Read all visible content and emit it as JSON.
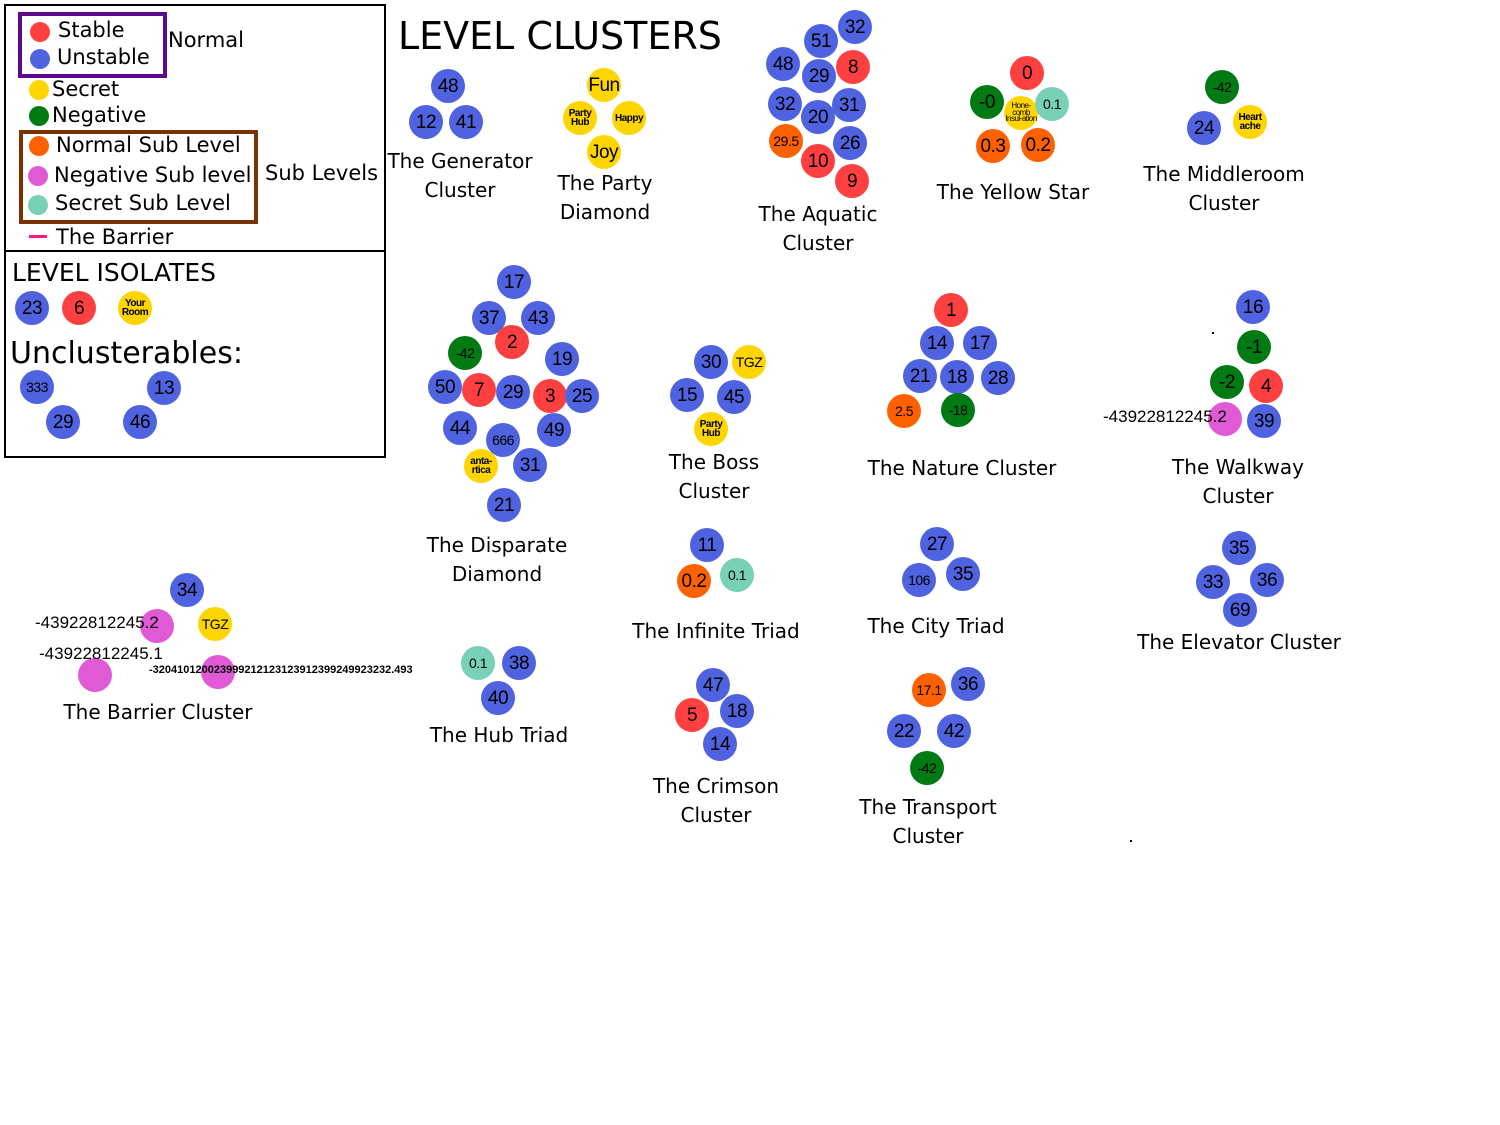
{
  "title": "LEVEL CLUSTERS",
  "legend": {
    "normal_group_label": "Normal",
    "sub_group_label": "Sub Levels",
    "items": [
      {
        "type": "stable",
        "label": "Stable"
      },
      {
        "type": "unstable",
        "label": "Unstable"
      },
      {
        "type": "secret",
        "label": "Secret"
      },
      {
        "type": "negative",
        "label": "Negative"
      },
      {
        "type": "normal-sub",
        "label": "Normal Sub Level"
      },
      {
        "type": "negative-sub",
        "label": "Negative Sub level"
      },
      {
        "type": "secret-sub",
        "label": "Secret Sub Level"
      }
    ],
    "barrier_label": "The Barrier",
    "colors": {
      "stable": "#ff4040",
      "unstable": "#4f63e0",
      "secret": "#ffd500",
      "negative": "#007a12",
      "normal-sub": "#ff6000",
      "negative-sub": "#e05ad6",
      "secret-sub": "#78d0b8",
      "barrier": "#ff1a80",
      "normal_group_border": "#5a0a8a",
      "sub_group_border": "#7a3300"
    }
  },
  "isolates": {
    "title": "LEVEL ISOLATES",
    "nodes": [
      {
        "label": "23",
        "type": "unstable"
      },
      {
        "label": "6",
        "type": "stable"
      },
      {
        "label": "Your Room",
        "type": "secret"
      }
    ]
  },
  "unclusterables": {
    "title": "Unclusterables:",
    "nodes": [
      {
        "label": "333",
        "type": "unstable"
      },
      {
        "label": "13",
        "type": "unstable"
      },
      {
        "label": "29",
        "type": "unstable"
      },
      {
        "label": "46",
        "type": "unstable"
      }
    ]
  },
  "clusters": [
    {
      "id": "generator",
      "name": "The Generator Cluster",
      "nodes": [
        {
          "label": "48",
          "type": "unstable"
        },
        {
          "label": "12",
          "type": "unstable"
        },
        {
          "label": "41",
          "type": "unstable"
        }
      ]
    },
    {
      "id": "party",
      "name": "The Party Diamond",
      "nodes": [
        {
          "label": "Fun",
          "type": "secret"
        },
        {
          "label": "Party Hub",
          "type": "secret"
        },
        {
          "label": "Happy",
          "type": "secret"
        },
        {
          "label": "Joy",
          "type": "secret"
        }
      ]
    },
    {
      "id": "aquatic",
      "name": "The Aquatic Cluster",
      "nodes": [
        {
          "label": "32",
          "type": "unstable"
        },
        {
          "label": "51",
          "type": "unstable"
        },
        {
          "label": "48",
          "type": "unstable"
        },
        {
          "label": "8",
          "type": "stable"
        },
        {
          "label": "29",
          "type": "unstable"
        },
        {
          "label": "32",
          "type": "unstable"
        },
        {
          "label": "31",
          "type": "unstable"
        },
        {
          "label": "20",
          "type": "unstable"
        },
        {
          "label": "29.5",
          "type": "normal-sub"
        },
        {
          "label": "26",
          "type": "unstable"
        },
        {
          "label": "10",
          "type": "stable"
        },
        {
          "label": "9",
          "type": "stable"
        }
      ]
    },
    {
      "id": "yellow-star",
      "name": "The Yellow Star",
      "nodes": [
        {
          "label": "0",
          "type": "stable"
        },
        {
          "label": "-0",
          "type": "negative"
        },
        {
          "label": "Honeycomb Insulation",
          "type": "secret"
        },
        {
          "label": "0.1",
          "type": "secret-sub"
        },
        {
          "label": "0.3",
          "type": "normal-sub"
        },
        {
          "label": "0.2",
          "type": "normal-sub"
        }
      ]
    },
    {
      "id": "middleroom",
      "name": "The Middleroom Cluster",
      "nodes": [
        {
          "label": "-42",
          "type": "negative"
        },
        {
          "label": "24",
          "type": "unstable"
        },
        {
          "label": "Heartache",
          "type": "secret"
        }
      ]
    },
    {
      "id": "disparate",
      "name": "The Disparate Diamond",
      "nodes": [
        {
          "label": "17",
          "type": "unstable"
        },
        {
          "label": "37",
          "type": "unstable"
        },
        {
          "label": "43",
          "type": "unstable"
        },
        {
          "label": "2",
          "type": "stable"
        },
        {
          "label": "-42",
          "type": "negative"
        },
        {
          "label": "19",
          "type": "unstable"
        },
        {
          "label": "50",
          "type": "unstable"
        },
        {
          "label": "7",
          "type": "stable"
        },
        {
          "label": "29",
          "type": "unstable"
        },
        {
          "label": "3",
          "type": "stable"
        },
        {
          "label": "25",
          "type": "unstable"
        },
        {
          "label": "44",
          "type": "unstable"
        },
        {
          "label": "666",
          "type": "unstable"
        },
        {
          "label": "49",
          "type": "unstable"
        },
        {
          "label": "antartica",
          "type": "secret"
        },
        {
          "label": "31",
          "type": "unstable"
        },
        {
          "label": "21",
          "type": "unstable"
        }
      ]
    },
    {
      "id": "boss",
      "name": "The Boss Cluster",
      "nodes": [
        {
          "label": "30",
          "type": "unstable"
        },
        {
          "label": "TGZ",
          "type": "secret"
        },
        {
          "label": "15",
          "type": "unstable"
        },
        {
          "label": "45",
          "type": "unstable"
        },
        {
          "label": "Party Hub",
          "type": "secret"
        }
      ]
    },
    {
      "id": "nature",
      "name": "The Nature Cluster",
      "nodes": [
        {
          "label": "1",
          "type": "stable"
        },
        {
          "label": "14",
          "type": "unstable"
        },
        {
          "label": "17",
          "type": "unstable"
        },
        {
          "label": "21",
          "type": "unstable"
        },
        {
          "label": "18",
          "type": "unstable"
        },
        {
          "label": "28",
          "type": "unstable"
        },
        {
          "label": "2.5",
          "type": "normal-sub"
        },
        {
          "label": "-18",
          "type": "negative"
        }
      ]
    },
    {
      "id": "walkway",
      "name": "The Walkway Cluster",
      "nodes": [
        {
          "label": "16",
          "type": "unstable"
        },
        {
          "label": "-1",
          "type": "negative"
        },
        {
          "label": "-2",
          "type": "negative"
        },
        {
          "label": "4",
          "type": "stable"
        },
        {
          "label": "-43922812245.2",
          "type": "negative-sub"
        },
        {
          "label": "39",
          "type": "unstable"
        }
      ]
    },
    {
      "id": "infinite",
      "name": "The Infinite Triad",
      "nodes": [
        {
          "label": "11",
          "type": "unstable"
        },
        {
          "label": "0.2",
          "type": "normal-sub"
        },
        {
          "label": "0.1",
          "type": "secret-sub"
        }
      ]
    },
    {
      "id": "city",
      "name": "The City Triad",
      "nodes": [
        {
          "label": "27",
          "type": "unstable"
        },
        {
          "label": "106",
          "type": "unstable"
        },
        {
          "label": "35",
          "type": "unstable"
        }
      ]
    },
    {
      "id": "elevator",
      "name": "The Elevator Cluster",
      "nodes": [
        {
          "label": "35",
          "type": "unstable"
        },
        {
          "label": "33",
          "type": "unstable"
        },
        {
          "label": "36",
          "type": "unstable"
        },
        {
          "label": "69",
          "type": "unstable"
        }
      ]
    },
    {
      "id": "barrier",
      "name": "The Barrier Cluster",
      "nodes": [
        {
          "label": "34",
          "type": "unstable"
        },
        {
          "label": "-43922812245.2",
          "type": "negative-sub"
        },
        {
          "label": "TGZ",
          "type": "secret"
        },
        {
          "label": "-43922812245.1",
          "type": "negative-sub"
        },
        {
          "label": "-320410120023999212123123912399249923232.493",
          "type": "negative-sub"
        }
      ]
    },
    {
      "id": "hub",
      "name": "The Hub Triad",
      "nodes": [
        {
          "label": "0.1",
          "type": "secret-sub"
        },
        {
          "label": "38",
          "type": "unstable"
        },
        {
          "label": "40",
          "type": "unstable"
        }
      ]
    },
    {
      "id": "crimson",
      "name": "The Crimson Cluster",
      "nodes": [
        {
          "label": "47",
          "type": "unstable"
        },
        {
          "label": "5",
          "type": "stable"
        },
        {
          "label": "18",
          "type": "unstable"
        },
        {
          "label": "14",
          "type": "unstable"
        }
      ]
    },
    {
      "id": "transport",
      "name": "The Transport Cluster",
      "nodes": [
        {
          "label": "17.1",
          "type": "normal-sub"
        },
        {
          "label": "36",
          "type": "unstable"
        },
        {
          "label": "22",
          "type": "unstable"
        },
        {
          "label": "42",
          "type": "unstable"
        },
        {
          "label": "-42",
          "type": "negative"
        }
      ]
    }
  ]
}
